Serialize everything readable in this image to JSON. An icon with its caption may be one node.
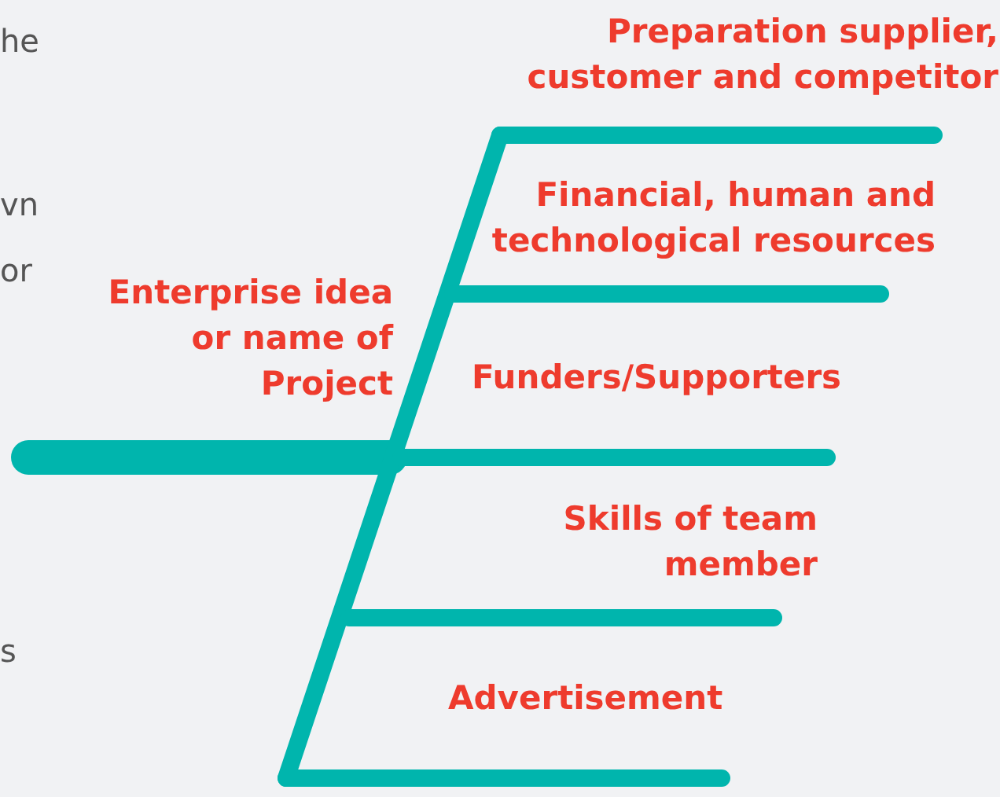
{
  "diagram": {
    "nodes": [
      {
        "text": [
          "Enterprise idea or name of Project"
        ]
      },
      {
        "text": [
          "Preparation supplier, customer and competitor"
        ]
      },
      {
        "text": [
          "Financial, human and technological resources"
        ]
      },
      {
        "text": [
          "Funders/Supporters"
        ]
      },
      {
        "text": [
          "Skills of team member"
        ]
      },
      {
        "text": [
          "Advertisement"
        ]
      }
    ],
    "labels": [
      "he",
      "vn",
      "or",
      "s"
    ]
  }
}
